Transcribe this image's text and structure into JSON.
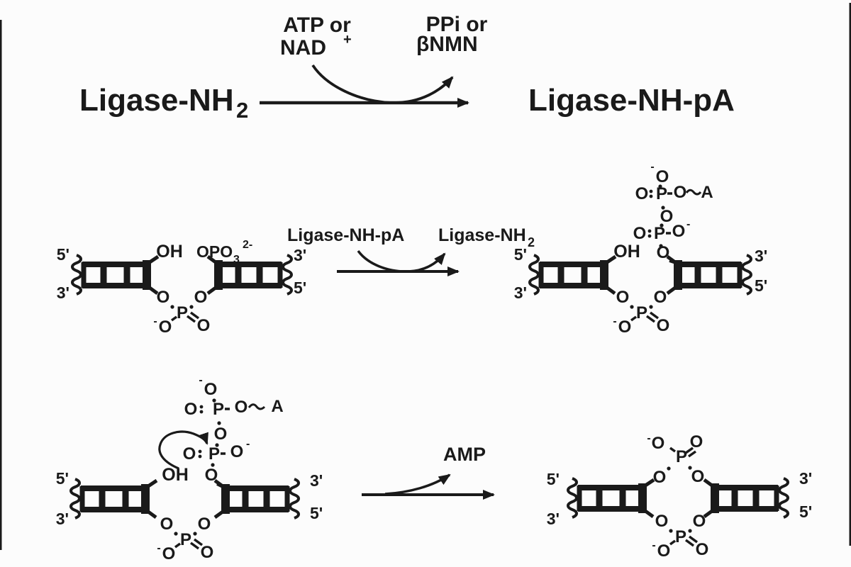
{
  "colors": {
    "ink": "#1a1a1a",
    "background": "#fcfcfc"
  },
  "step1": {
    "reactant_base": "Ligase-NH",
    "reactant_sub": "2",
    "cofactor_line1": "ATP or",
    "cofactor_base": "NAD",
    "cofactor_sup": "+",
    "byproduct_line1": "PPi or",
    "byproduct_line2": "βNMN",
    "product": "Ligase-NH-pA"
  },
  "step2": {
    "enzyme_in": "Ligase-NH-pA",
    "enzyme_out_base": "Ligase-NH",
    "enzyme_out_sub": "2"
  },
  "step3": {
    "byproduct": "AMP"
  },
  "atoms": {
    "O": "O",
    "P": "P",
    "A": "A",
    "OH": "OH",
    "minus": "-",
    "opo3_base": "OPO",
    "opo3_sub": "3",
    "opo3_sup": "2-"
  },
  "strands": {
    "five_prime": "5'",
    "three_prime": "3'"
  }
}
